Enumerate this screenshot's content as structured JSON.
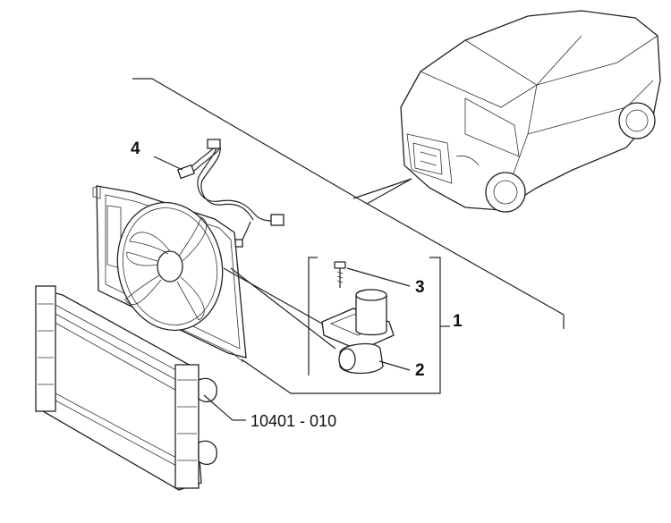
{
  "callouts": {
    "c1": "1",
    "c2": "2",
    "c3": "3",
    "c4": "4",
    "ref": "10401 - 010"
  },
  "colors": {
    "line": "#222222",
    "background": "#ffffff"
  }
}
